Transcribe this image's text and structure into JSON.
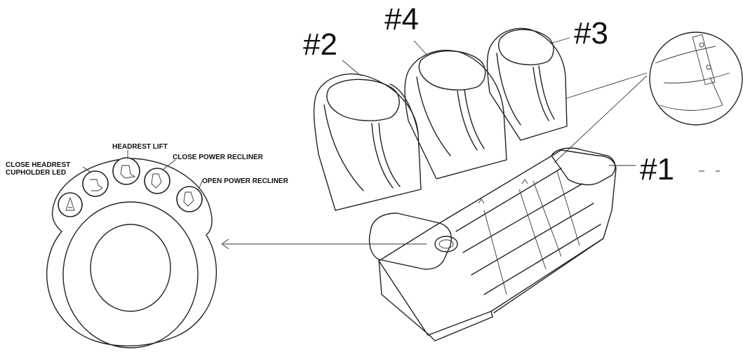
{
  "labels": {
    "seat_1": "#1",
    "seat_2": "#2",
    "seat_3": "#3",
    "seat_4": "#4"
  },
  "control_panel": {
    "close_headrest": "CLOSE HEADREST",
    "cupholder_led": "CUPHOLDER LED",
    "headrest_lift": "HEADREST LIFT",
    "close_power_recliner": "CLOSE POWER RECLINER",
    "open_power_recliner": "OPEN POWER RECLINER"
  },
  "icons": [
    "cupholder-led-icon",
    "close-headrest-icon",
    "headrest-lift-icon",
    "close-recliner-icon",
    "open-recliner-icon"
  ]
}
